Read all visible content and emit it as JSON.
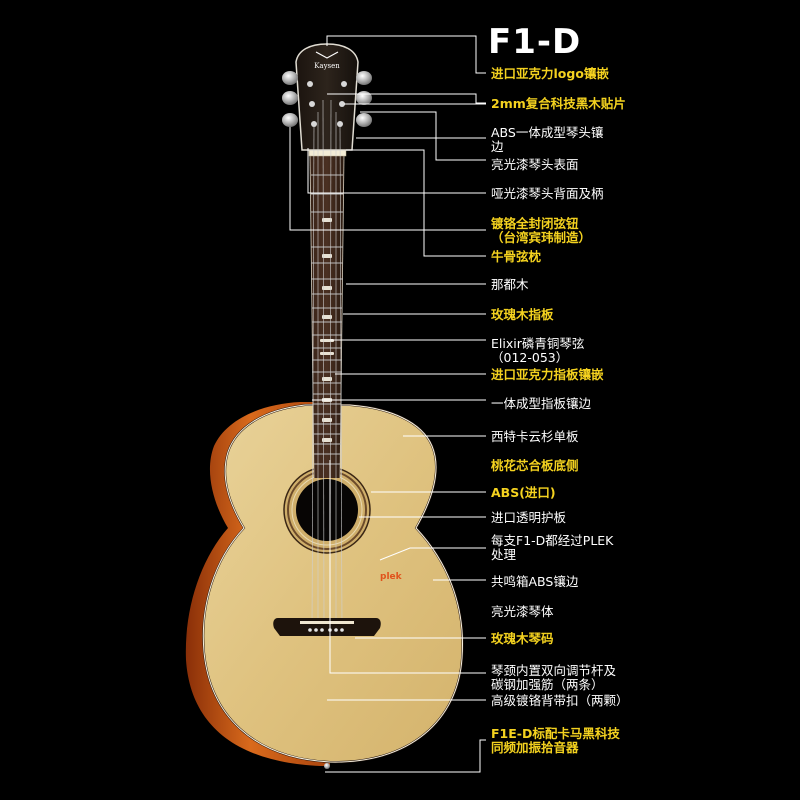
{
  "title": "F1-D",
  "headstock_logo": "Kaysen",
  "soundhole_logo": "plek",
  "colors": {
    "background": "#000000",
    "label_white": "#ffffff",
    "label_yellow": "#f4d21f",
    "leader_line": "#ffffff"
  },
  "labels": [
    {
      "text": "进口亚克力logo镶嵌",
      "style": "yellow"
    },
    {
      "text": "2mm复合科技黑木贴片",
      "style": "yellow"
    },
    {
      "text": "ABS一体成型琴头镶\n边",
      "style": "white"
    },
    {
      "text": "亮光漆琴头表面",
      "style": "white"
    },
    {
      "text": "哑光漆琴头背面及柄",
      "style": "white"
    },
    {
      "text": "镀铬全封闭弦钮\n（台湾宾玮制造）",
      "style": "yellow"
    },
    {
      "text": "牛骨弦枕",
      "style": "yellow"
    },
    {
      "text": "那都木",
      "style": "white"
    },
    {
      "text": "玫瑰木指板",
      "style": "yellow"
    },
    {
      "text": "Elixir磷青铜琴弦\n（012-053）",
      "style": "white"
    },
    {
      "text": "进口亚克力指板镶嵌",
      "style": "yellow"
    },
    {
      "text": "一体成型指板镶边",
      "style": "white"
    },
    {
      "text": "西特卡云杉单板",
      "style": "white"
    },
    {
      "text": "桃花芯合板底侧",
      "style": "yellow"
    },
    {
      "text": "ABS(进口)",
      "style": "yellow"
    },
    {
      "text": "进口透明护板",
      "style": "white"
    },
    {
      "text": "每支F1-D都经过PLEK\n处理",
      "style": "white"
    },
    {
      "text": "共鸣箱ABS镶边",
      "style": "white"
    },
    {
      "text": "亮光漆琴体",
      "style": "white"
    },
    {
      "text": "玫瑰木琴码",
      "style": "yellow"
    },
    {
      "text": "琴颈内置双向调节杆及\n碳钢加强筋（两条）",
      "style": "white"
    },
    {
      "text": "高级镀铬背带扣（两颗）",
      "style": "white"
    },
    {
      "text": "F1E-D标配卡马黑科技\n同频加振拾音器",
      "style": "yellow"
    }
  ]
}
